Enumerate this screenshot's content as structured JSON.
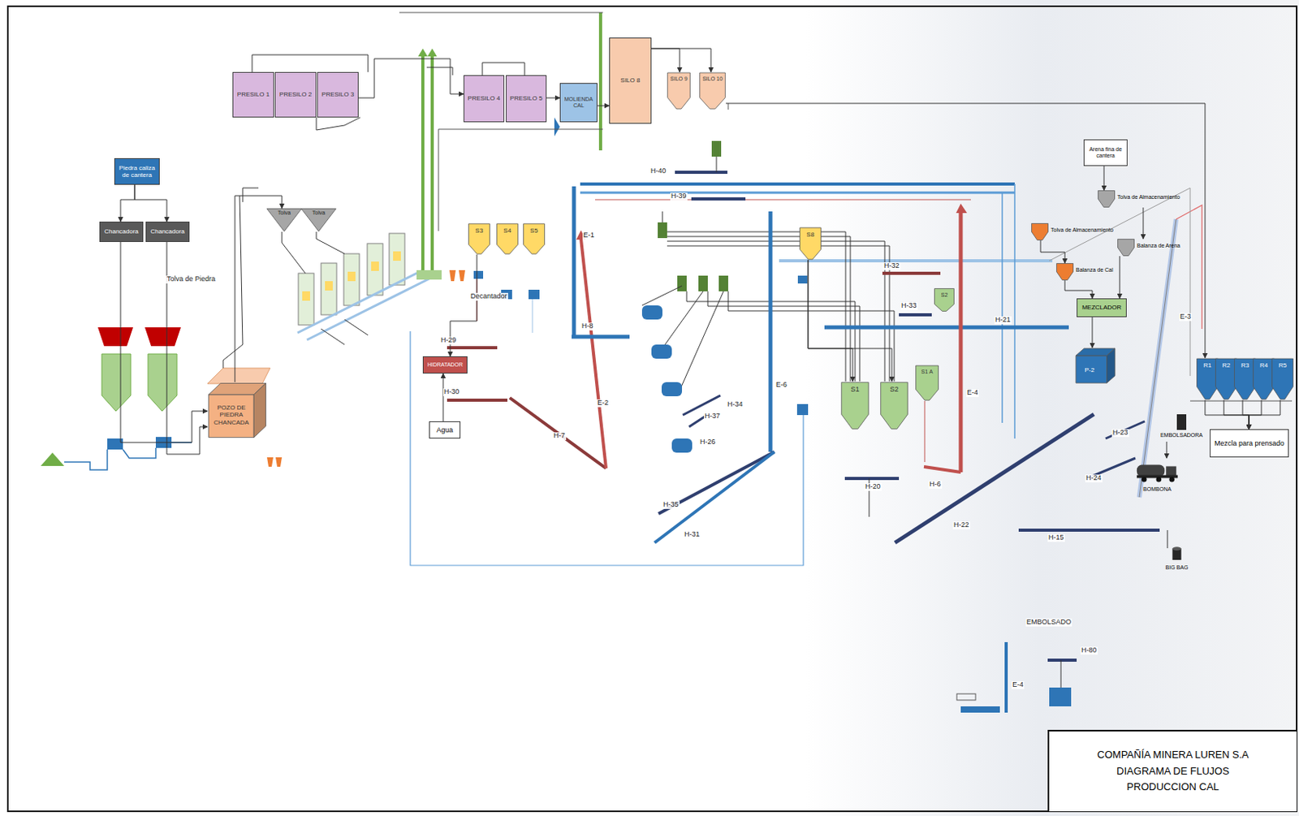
{
  "diagram": {
    "nodes": [
      {
        "text": [
          "Piedra caliza de cantera"
        ]
      },
      {
        "text": [
          "Chancadora"
        ]
      },
      {
        "text": [
          "Chancadora"
        ]
      },
      {
        "text": [
          "POZO DE PIEDRA CHANCADA"
        ]
      },
      {
        "text": [
          "PRESILO 1"
        ]
      },
      {
        "text": [
          "PRESILO 2"
        ]
      },
      {
        "text": [
          "PRESILO 3"
        ]
      },
      {
        "text": [
          "PRESILO 4"
        ]
      },
      {
        "text": [
          "PRESILO 5"
        ]
      },
      {
        "text": [
          "MOLIENDA CAL"
        ]
      },
      {
        "text": [
          "SILO 8"
        ]
      },
      {
        "text": [
          "SILO 9"
        ]
      },
      {
        "text": [
          "SILO 10"
        ]
      },
      {
        "text": [
          "Tolva"
        ]
      },
      {
        "text": [
          "Tolva"
        ]
      },
      {
        "text": [
          "S3"
        ]
      },
      {
        "text": [
          "S4"
        ]
      },
      {
        "text": [
          "S5"
        ]
      },
      {
        "text": [
          "HIDRATADOR"
        ]
      },
      {
        "text": [
          "Agua"
        ]
      },
      {
        "text": [
          "S8"
        ]
      },
      {
        "text": [
          "S1"
        ]
      },
      {
        "text": [
          "S2"
        ]
      },
      {
        "text": [
          "S2"
        ]
      },
      {
        "text": [
          "S1 A"
        ]
      },
      {
        "text": [
          "Arena fina de cantera"
        ]
      },
      {
        "text": [
          "Tolva de Almacenamiento"
        ]
      },
      {
        "text": [
          "Tolva de Almacenamiento"
        ]
      },
      {
        "text": [
          "Balanza de Cal"
        ]
      },
      {
        "text": [
          "Balanza de Arena"
        ]
      },
      {
        "text": [
          "MEZCLADOR"
        ]
      },
      {
        "text": [
          "P-2"
        ]
      },
      {
        "text": [
          "EMBOLSADORA"
        ]
      },
      {
        "text": [
          "BOMBONA"
        ]
      },
      {
        "text": [
          "R1"
        ]
      },
      {
        "text": [
          "R2"
        ]
      },
      {
        "text": [
          "R3"
        ]
      },
      {
        "text": [
          "R4"
        ]
      },
      {
        "text": [
          "R5"
        ]
      },
      {
        "text": [
          "Mezcla para prensado"
        ]
      },
      {
        "text": [
          "BIG BAG"
        ]
      },
      {
        "text": [
          "COMPAÑÍA MINERA LUREN S.A",
          "DIAGRAMA DE FLUJOS",
          "PRODUCCION CAL"
        ]
      }
    ],
    "edges": [
      {
        "from": 0,
        "to": 1,
        "arrow": "to"
      },
      {
        "from": 0,
        "to": 2,
        "arrow": "to"
      },
      {
        "from": 1,
        "to": 3,
        "arrow": "to"
      },
      {
        "from": 2,
        "to": 3,
        "arrow": "to"
      },
      {
        "from": 3,
        "to": 13,
        "arrow": "to"
      },
      {
        "from": 6,
        "to": 7,
        "arrow": "to"
      },
      {
        "from": 8,
        "to": 9,
        "arrow": "to"
      },
      {
        "from": 9,
        "to": 10,
        "arrow": "to"
      },
      {
        "from": 10,
        "to": 11,
        "arrow": "to"
      },
      {
        "from": 10,
        "to": 12,
        "arrow": "to"
      },
      {
        "from": 12,
        "to": 34,
        "arrow": "to"
      },
      {
        "from": 19,
        "to": 18,
        "arrow": "to"
      },
      {
        "from": 15,
        "to": 18,
        "arrow": "to"
      },
      {
        "from": 20,
        "to": 21,
        "arrow": "to"
      },
      {
        "from": 20,
        "to": 22,
        "arrow": "to"
      },
      {
        "from": 25,
        "to": 26,
        "arrow": "to"
      },
      {
        "from": 26,
        "to": 29,
        "arrow": "to"
      },
      {
        "from": 27,
        "to": 28,
        "arrow": "to"
      },
      {
        "from": 28,
        "to": 30,
        "arrow": "to"
      },
      {
        "from": 29,
        "to": 30,
        "arrow": "to"
      },
      {
        "from": 30,
        "to": 31,
        "arrow": "to"
      },
      {
        "from": 32,
        "to": 33,
        "arrow": "to"
      },
      {
        "from": 34,
        "to": 39,
        "arrow": "to"
      },
      {
        "from": 35,
        "to": 39,
        "arrow": "to"
      },
      {
        "from": 36,
        "to": 39,
        "arrow": "to"
      },
      {
        "from": 37,
        "to": 39,
        "arrow": "to"
      },
      {
        "from": 38,
        "to": 39,
        "arrow": "to"
      }
    ],
    "labels": [
      "Tolva de Piedra",
      "H-29",
      "H-30",
      "H-7",
      "H-8",
      "E-1",
      "E-2",
      "H-40",
      "H-39",
      "E-6",
      "H-37",
      "H-34",
      "H-26",
      "H-35",
      "H-31",
      "H-33",
      "H-32",
      "H-21",
      "H-20",
      "H-6",
      "E-4",
      "H-22",
      "H-23",
      "H-24",
      "H-15",
      "E-3",
      "Decantador",
      "EMBOLSADO",
      "E-4",
      "H-80"
    ]
  }
}
